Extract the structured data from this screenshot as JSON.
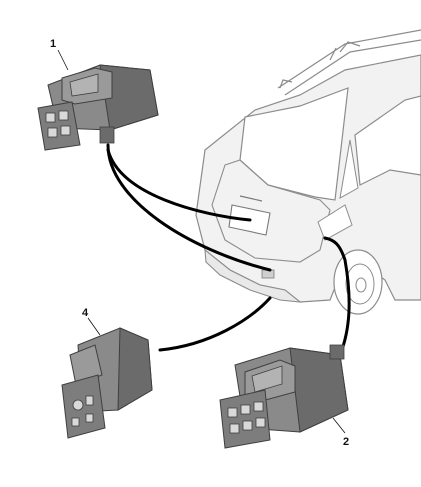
{
  "callouts": {
    "c1": "1",
    "c2": "2",
    "c4": "4"
  },
  "colors": {
    "connector_dark": "#6b6b6b",
    "connector_mid": "#8a8a8a",
    "connector_light": "#b3b3b3",
    "car_body": "#f2f2f2",
    "car_line": "#8c8c8c",
    "cable": "#000000"
  },
  "icons": {
    "connector_1": "electrical-connector-icon",
    "connector_2": "electrical-connector-icon",
    "connector_4": "electrical-connector-icon",
    "vehicle": "hatchback-car-rear-icon"
  }
}
